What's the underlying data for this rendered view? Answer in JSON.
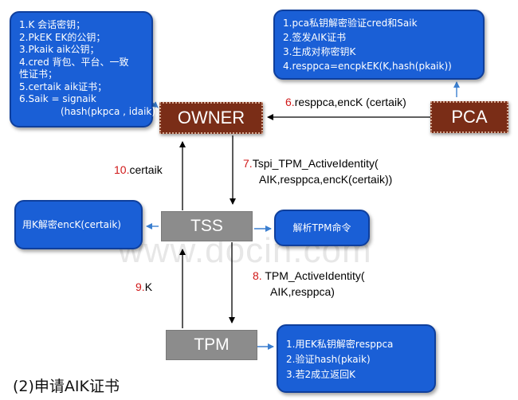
{
  "boxes": {
    "owner_info": [
      "1.K        会话密钥；",
      "2.PkEK  EK的公钥；",
      "3.Pkaik aik公钥；",
      "4.cred 背包、平台、一致",
      "性证书；",
      "5.certaik  aik证书；",
      "6.Saik = signaik",
      "(hash(pkpca , idaik))"
    ],
    "pca_info": [
      "1.pca私钥解密验证cred和Saik",
      "2.签发AIK证书",
      "3.生成对称密钥K",
      "4.resppca=encpkEK(K,hash(pkaik))"
    ],
    "tss_left": "用K解密encK(certaik)",
    "tss_right": "解析TPM命令",
    "tpm_info": [
      "1.用EK私钥解密resppca",
      "2.验证hash(pkaik)",
      "3.若2成立返回K"
    ]
  },
  "nodes": {
    "owner": "OWNER",
    "pca": "PCA",
    "tss": "TSS",
    "tpm": "TPM"
  },
  "edges": {
    "e6": {
      "num": "6.",
      "text": "resppca,encK (certaik)"
    },
    "e7": {
      "num": "7.",
      "line1": "Tspi_TPM_ActiveIdentity(",
      "line2": "AIK,resppca,encK(certaik))"
    },
    "e10": {
      "num": "10.",
      "text": "certaik"
    },
    "e8": {
      "num": "8.",
      "line1": " TPM_ActiveIdentity(",
      "line2": "AIK,resppca)"
    },
    "e9": {
      "num": "9.",
      "text": "K"
    }
  },
  "watermark": "www.docin.com",
  "caption": "(2)申请AIK证书",
  "colors": {
    "blue_box": "#1a5fd6",
    "owner_pca": "#7a2d17",
    "tss_tpm": "#8c8c8c",
    "step_number": "#d01818",
    "connector_blue": "#3b7fd0"
  }
}
